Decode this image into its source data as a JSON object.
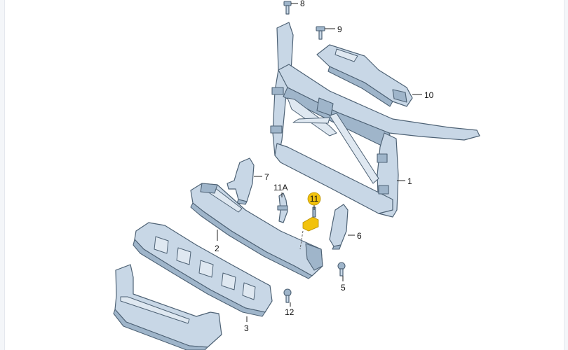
{
  "diagram": {
    "callouts": {
      "p1": "1",
      "p2": "2",
      "p3": "3",
      "p5": "5",
      "p6": "6",
      "p7": "7",
      "p8": "8",
      "p9": "9",
      "p10": "10",
      "p11": "11",
      "p11a": "11A",
      "p12": "12"
    },
    "highlighted_part": "11",
    "colors": {
      "part_fill": "#c8d7e6",
      "part_outline": "#4e6275",
      "highlight": "#f2c20c"
    }
  }
}
